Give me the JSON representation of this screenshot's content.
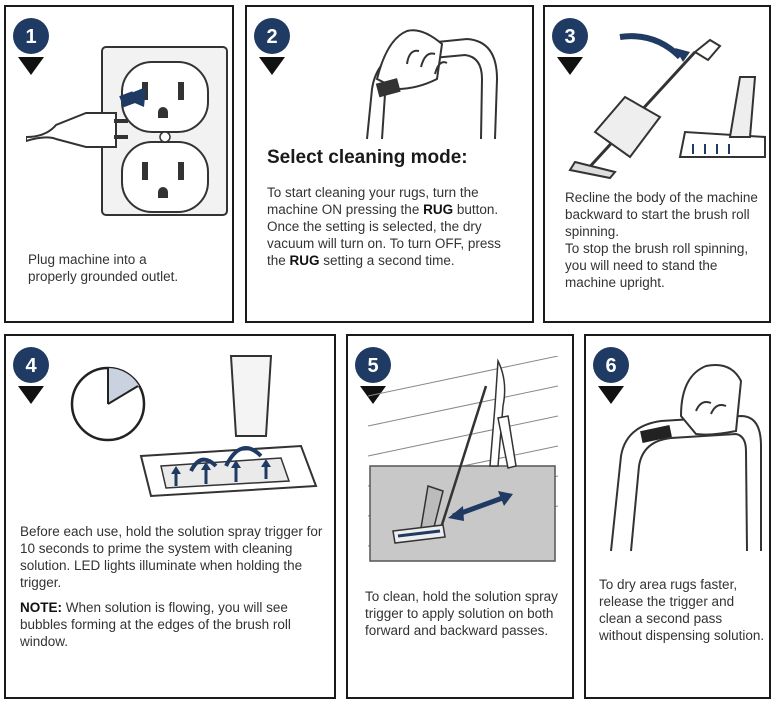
{
  "steps": [
    {
      "number": "1",
      "text": "Plug machine into a properly grounded outlet."
    },
    {
      "number": "2",
      "heading": "Select cleaning mode:",
      "text_parts": [
        "To start cleaning your rugs, turn the machine ON pressing the ",
        "RUG",
        " button. Once the setting is selected, the dry vacuum will turn on. To turn OFF, press the ",
        "RUG",
        " setting a second time."
      ]
    },
    {
      "number": "3",
      "text": "Recline the body of the machine backward to start the brush roll spinning.",
      "text2": "To stop the brush roll spinning, you will need to stand the machine upright."
    },
    {
      "number": "4",
      "text": "Before each use, hold the solution spray trigger for 10 seconds to prime the system with cleaning solution. LED lights illuminate when holding the trigger.",
      "note_label": "NOTE:",
      "note_text": " When solution is flowing, you will see bubbles forming at the edges of the brush roll window."
    },
    {
      "number": "5",
      "text": "To clean, hold the solution spray trigger to apply solution on both forward and backward passes."
    },
    {
      "number": "6",
      "text": "To dry area rugs faster, release the trigger and clean a second pass without dispensing solution."
    }
  ],
  "colors": {
    "badge": "#1f3b63",
    "arrow": "#1f3b63",
    "border": "#1a1a1a",
    "text": "#333333"
  }
}
